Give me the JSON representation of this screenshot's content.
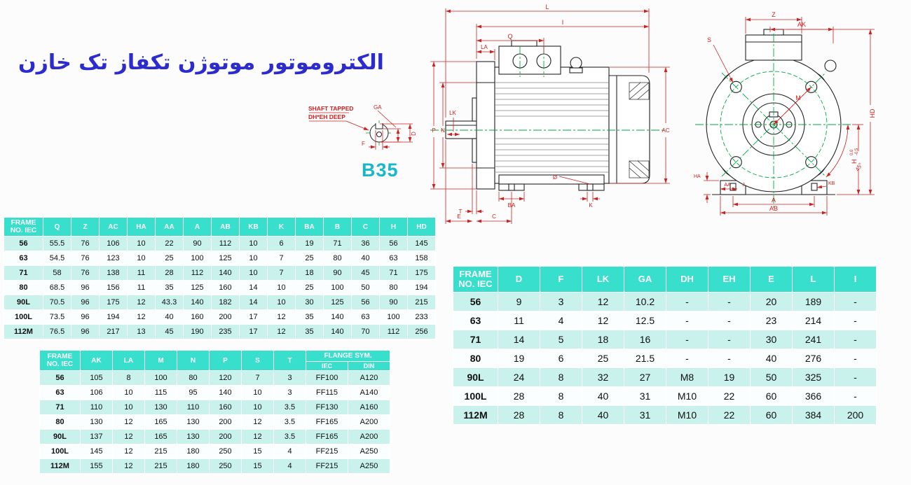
{
  "page": {
    "title": "الکتروموتور موتوژن تکفاز تک خازن",
    "mount_label": "B35"
  },
  "colors": {
    "table_header_teal": "#39dfcd",
    "table_row_cyan": "#c9f2ec",
    "title_blue": "#2b2bd0",
    "mount_label_teal": "#18b8ca",
    "dimension_red": "#cf2020",
    "centerline_green": "#00a844",
    "drawing_black": "#222222"
  },
  "shaft_detail": {
    "note_line1": "SHAFT TAPPED",
    "note_line2": "DH*EH DEEP",
    "labels": {
      "ga": "GA",
      "d": "D",
      "f": "F"
    }
  },
  "side_view": {
    "labels": {
      "l": "L",
      "i": "I",
      "q": "Q",
      "la": "LA",
      "lk": "LK",
      "p": "P",
      "n": "N",
      "ac": "AC",
      "ba": "BA",
      "k": "K",
      "dia": "Ø",
      "t": "T",
      "e": "E",
      "c": "C"
    }
  },
  "front_view": {
    "labels": {
      "z": "Z",
      "ak": "AK",
      "s": "S",
      "m": "M",
      "hd": "HD",
      "h": "H",
      "tol_upper": "0.0",
      "tol_lower": "-0.5",
      "angle": "45°",
      "ha": "HA",
      "aa": "AA",
      "j": "J",
      "a": "A",
      "ab": "AB",
      "kb": "KB"
    }
  },
  "table1": {
    "header_rows": [
      [
        {
          "label": "FRAME\nNO. IEC"
        },
        {
          "label": "Q"
        },
        {
          "label": "Z"
        },
        {
          "label": "AC"
        },
        {
          "label": "HA"
        },
        {
          "label": "AA"
        },
        {
          "label": "A"
        },
        {
          "label": "AB"
        },
        {
          "label": "KB"
        },
        {
          "label": "K"
        },
        {
          "label": "BA"
        },
        {
          "label": "B"
        },
        {
          "label": "C"
        },
        {
          "label": "H"
        },
        {
          "label": "HD"
        }
      ]
    ],
    "rows": [
      [
        "56",
        "55.5",
        "76",
        "106",
        "10",
        "22",
        "90",
        "112",
        "10",
        "6",
        "19",
        "71",
        "36",
        "56",
        "145"
      ],
      [
        "63",
        "54.5",
        "76",
        "123",
        "10",
        "25",
        "100",
        "125",
        "10",
        "7",
        "25",
        "80",
        "40",
        "63",
        "158"
      ],
      [
        "71",
        "58",
        "76",
        "138",
        "11",
        "28",
        "112",
        "140",
        "10",
        "7",
        "18",
        "90",
        "45",
        "71",
        "175"
      ],
      [
        "80",
        "68.5",
        "96",
        "156",
        "11",
        "35",
        "125",
        "160",
        "14",
        "10",
        "25",
        "100",
        "50",
        "80",
        "194"
      ],
      [
        "90L",
        "70.5",
        "96",
        "175",
        "12",
        "43.3",
        "140",
        "182",
        "14",
        "10",
        "30",
        "125",
        "56",
        "90",
        "215"
      ],
      [
        "100L",
        "73.5",
        "96",
        "194",
        "12",
        "40",
        "160",
        "200",
        "17",
        "12",
        "35",
        "140",
        "63",
        "100",
        "233"
      ],
      [
        "112M",
        "76.5",
        "96",
        "217",
        "13",
        "45",
        "190",
        "235",
        "17",
        "12",
        "35",
        "140",
        "70",
        "112",
        "256"
      ]
    ]
  },
  "table2": {
    "header_rows": [
      [
        {
          "label": "FRAME\nNO. IEC",
          "rowspan": 2
        },
        {
          "label": "AK",
          "rowspan": 2
        },
        {
          "label": "LA",
          "rowspan": 2
        },
        {
          "label": "M",
          "rowspan": 2
        },
        {
          "label": "N",
          "rowspan": 2
        },
        {
          "label": "P",
          "rowspan": 2
        },
        {
          "label": "S",
          "rowspan": 2
        },
        {
          "label": "T",
          "rowspan": 2
        },
        {
          "label": "FLANGE SYM.",
          "colspan": 2
        }
      ],
      [
        {
          "label": "IEC"
        },
        {
          "label": "DIN"
        }
      ]
    ],
    "rows": [
      [
        "56",
        "105",
        "8",
        "100",
        "80",
        "120",
        "7",
        "3",
        "FF100",
        "A120"
      ],
      [
        "63",
        "106",
        "10",
        "115",
        "95",
        "140",
        "10",
        "3",
        "FF115",
        "A140"
      ],
      [
        "71",
        "110",
        "10",
        "130",
        "110",
        "160",
        "10",
        "3.5",
        "FF130",
        "A160"
      ],
      [
        "80",
        "130",
        "12",
        "165",
        "130",
        "200",
        "12",
        "3.5",
        "FF165",
        "A200"
      ],
      [
        "90L",
        "137",
        "12",
        "165",
        "130",
        "200",
        "12",
        "3.5",
        "FF165",
        "A200"
      ],
      [
        "100L",
        "145",
        "12",
        "215",
        "180",
        "250",
        "15",
        "4",
        "FF215",
        "A250"
      ],
      [
        "112M",
        "155",
        "12",
        "215",
        "180",
        "250",
        "15",
        "4",
        "FF215",
        "A250"
      ]
    ]
  },
  "table3": {
    "header_rows": [
      [
        {
          "label": "FRAME\nNO. IEC"
        },
        {
          "label": "D"
        },
        {
          "label": "F"
        },
        {
          "label": "LK"
        },
        {
          "label": "GA"
        },
        {
          "label": "DH"
        },
        {
          "label": "EH"
        },
        {
          "label": "E"
        },
        {
          "label": "L"
        },
        {
          "label": "I"
        }
      ]
    ],
    "rows": [
      [
        "56",
        "9",
        "3",
        "12",
        "10.2",
        "-",
        "-",
        "20",
        "189",
        "-"
      ],
      [
        "63",
        "11",
        "4",
        "12",
        "12.5",
        "-",
        "-",
        "23",
        "214",
        "-"
      ],
      [
        "71",
        "14",
        "5",
        "18",
        "16",
        "-",
        "-",
        "30",
        "241",
        "-"
      ],
      [
        "80",
        "19",
        "6",
        "25",
        "21.5",
        "-",
        "-",
        "40",
        "276",
        "-"
      ],
      [
        "90L",
        "24",
        "8",
        "32",
        "27",
        "M8",
        "19",
        "50",
        "325",
        "-"
      ],
      [
        "100L",
        "28",
        "8",
        "40",
        "31",
        "M10",
        "22",
        "60",
        "366",
        "-"
      ],
      [
        "112M",
        "28",
        "8",
        "40",
        "31",
        "M10",
        "22",
        "60",
        "384",
        "200"
      ]
    ]
  }
}
